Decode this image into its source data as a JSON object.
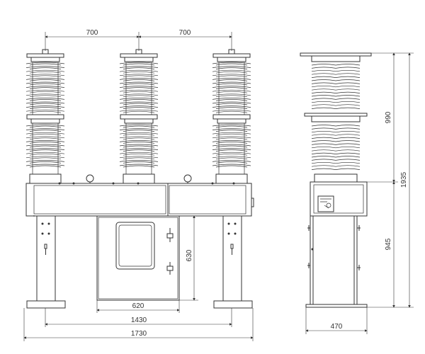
{
  "drawing": {
    "front_view": {
      "dimensions": {
        "pole_spacing_left": "700",
        "pole_spacing_right": "700",
        "cabinet_width": "620",
        "cabinet_height": "630",
        "frame_span": "1430",
        "overall_width": "1730"
      }
    },
    "side_view": {
      "dimensions": {
        "upper_height": "990",
        "lower_height": "945",
        "overall_height": "1935",
        "depth": "470"
      }
    }
  }
}
